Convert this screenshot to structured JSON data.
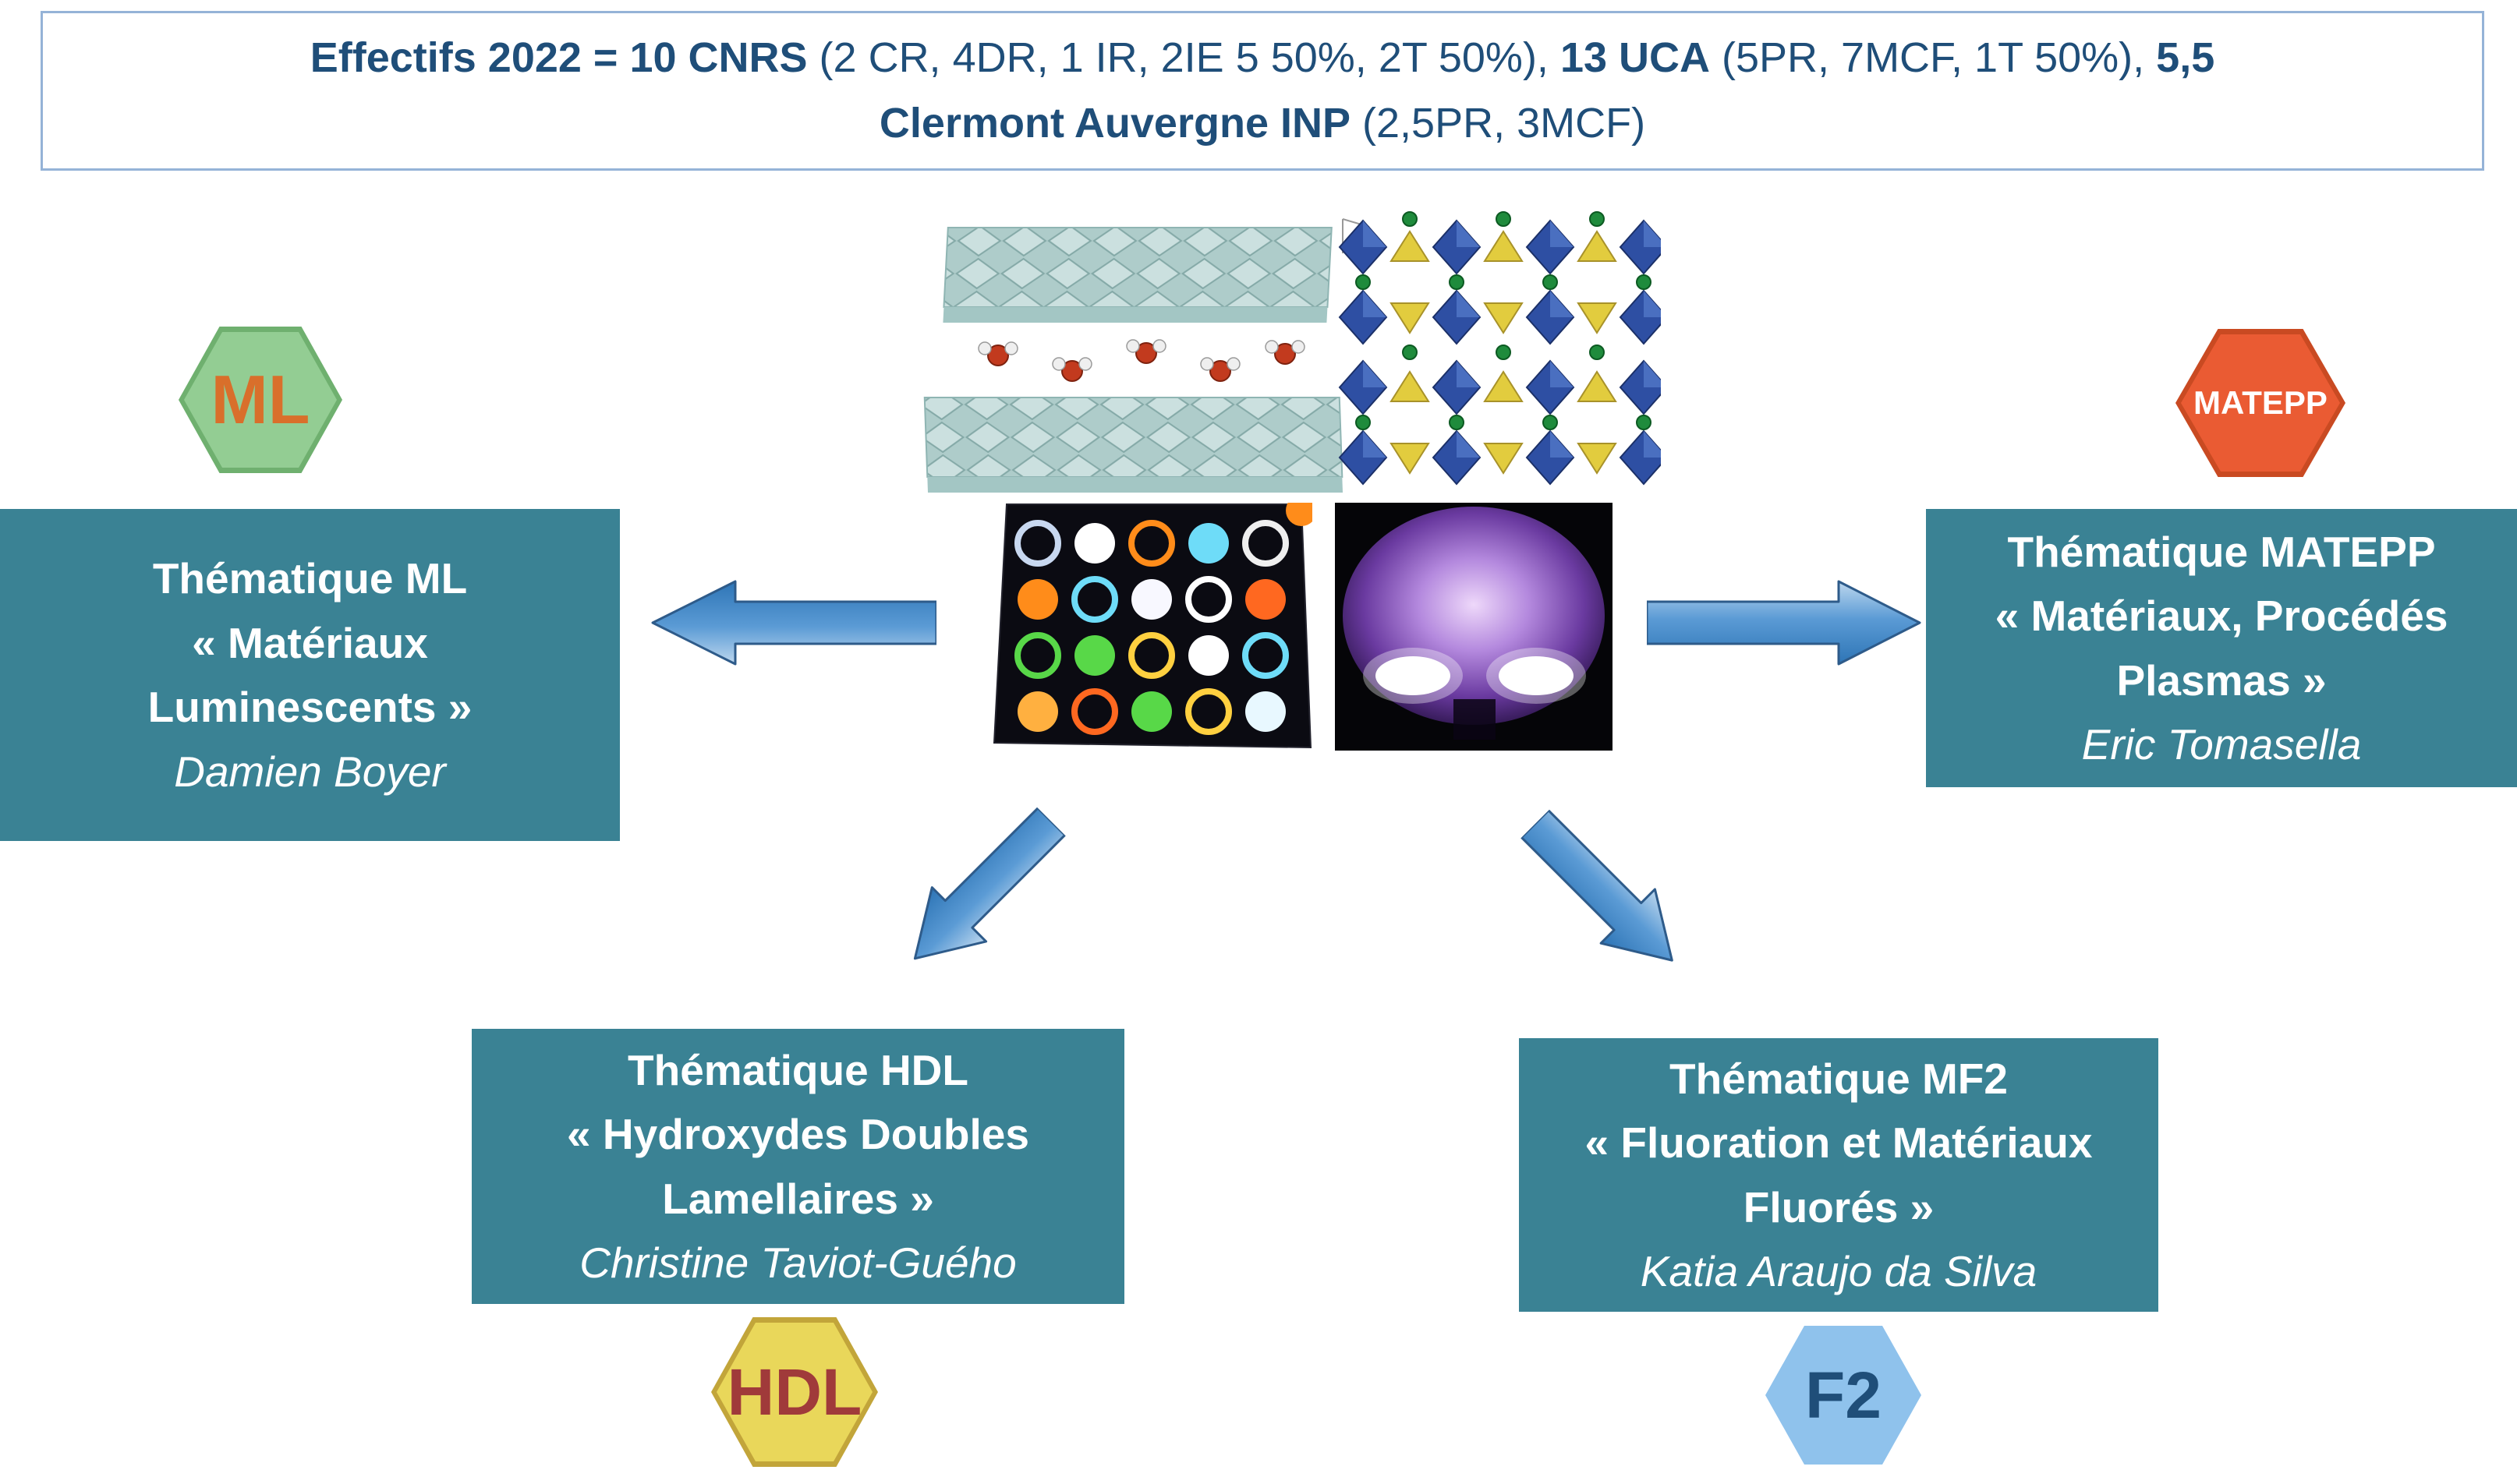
{
  "header": {
    "bold_1": "Effectifs 2022  = 10  CNRS",
    "reg_1": " (2 CR, 4DR, 1 IR, 2IE 5 50%, 2T 50%), ",
    "bold_2": "13 UCA",
    "reg_2": " (5PR, 7MCF, 1T 50%), ",
    "bold_3a": "5,5",
    "bold_3b": "Clermont Auvergne INP",
    "reg_3": " (2,5PR, 3MCF)",
    "text_color": "#1F4E79",
    "border_color": "#95B3D7"
  },
  "themes": {
    "ml": {
      "badge_label": "ML",
      "title": "Thématique ML",
      "subtitle": "« Matériaux Luminescents  »",
      "leader": "Damien Boyer",
      "badge_fill": "#93CD93",
      "badge_border": "#6FB06F",
      "badge_text_color": "#D96F2B"
    },
    "matepp": {
      "badge_label": "MATEPP",
      "title": "Thématique MATEPP",
      "subtitle": "« Matériaux, Procédés Plasmas »",
      "leader": "Eric Tomasella",
      "badge_fill": "#EA5B33",
      "badge_border": "#C94A22",
      "badge_text_color": "#FFFFFF"
    },
    "hdl": {
      "badge_label": "HDL",
      "title": "Thématique HDL",
      "subtitle": "« Hydroxydes Doubles Lamellaires »",
      "leader": "Christine Taviot-Guého",
      "badge_fill": "#E9D75A",
      "badge_border": "#C2A53A",
      "badge_text_color": "#A03A3A"
    },
    "mf2": {
      "badge_label": "F2",
      "title": "Thématique MF2",
      "subtitle": "« Fluoration et Matériaux Fluorés »",
      "leader": "Katia Araujo da Silva",
      "badge_fill": "#8FC2EC",
      "badge_border": "#5890C8",
      "badge_text_color": "#1F4E79"
    }
  },
  "colors": {
    "theme_box_bg": "#3A8294",
    "theme_box_text": "#FFFFFF",
    "arrow_fill_light": "#BDD7EE",
    "arrow_fill_mid": "#5B9BD5",
    "arrow_fill_dark": "#2E75B6",
    "arrow_stroke": "#2E5B8A"
  },
  "images": {
    "slab": "layered-structure-illustration",
    "crystal": "crystal-structure-illustration",
    "luminescent": "luminescent-samples-photo",
    "plasma": "plasma-reactor-photo"
  }
}
